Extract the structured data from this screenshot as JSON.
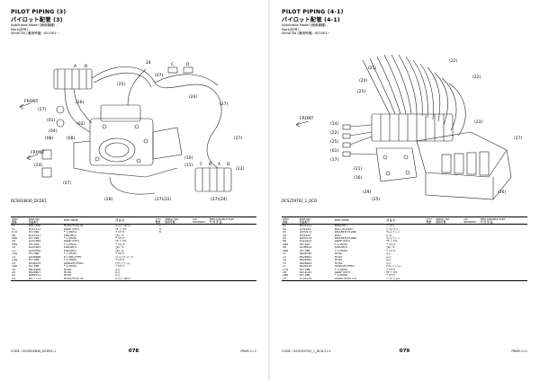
{
  "left": {
    "title": "PILOT PIPING (3)",
    "title_jp": "パイロット配管 (3)",
    "meta": [
      "Applicable Model (適用機種) -",
      "Mark(記号) -",
      "Serial No (適用号機) :001001~"
    ],
    "figure_id": "DCS924830_DCDE1",
    "callouts": [
      "24",
      "(07)",
      "(26)",
      "(01)",
      "(04)",
      "(08)",
      "(08)",
      "(27)",
      "(02)",
      "(25)",
      "(24)",
      "(27)",
      "(24)",
      "(07)",
      "(27)(24)",
      "(22)",
      "(10)",
      "(11)",
      "(27)(22)",
      "(28)",
      "(27)",
      "FRONT",
      "FRONT",
      "C",
      "D",
      "A",
      "B",
      "C",
      "B",
      "A",
      "D"
    ],
    "headers": {
      "item": "ITEM\n図番",
      "part_no": "PART NO.\n部品番号",
      "part_name": "PART NAME",
      "name_jp": "部 品 名",
      "qty": "Q'TY\n数量",
      "serial": "SERIAL NO.\n適用号機",
      "remarks": "ISS\nREMARKS",
      "replaceable": "REPLACEABLE PART\n代 替 部 品"
    },
    "rows": [
      [
        "01",
        "4447490",
        "HOSE;PLASTIC",
        "ﾎｰｽ;ﾌﾟﾗｽﾁｯｸ",
        "1",
        "",
        "",
        ""
      ],
      [
        "02",
        "4052122",
        "ADAPTER;S",
        "ｱﾀﾞﾌﾟﾀ;S",
        "4",
        "",
        "",
        ""
      ],
      [
        "07A",
        "957364",
        "• O-RING",
        "• Oﾘﾝｸﾞ",
        "6",
        "",
        "",
        ""
      ],
      [
        "08",
        "4052323",
        "ELBOW;S",
        "ｴﾙﾎﾞ;S",
        "",
        "",
        "",
        ""
      ],
      [
        "08A",
        "957364",
        "• O-RING",
        "• Oﾘﾝｸﾞ",
        "",
        "",
        "",
        ""
      ],
      [
        "09",
        "4252565",
        "ADAPTER;S",
        "ｱﾀﾞﾌﾟﾀ;S",
        "",
        "",
        "",
        ""
      ],
      [
        "09A",
        "957365",
        "• O-RING",
        "• Oﾘﾝｸﾞ",
        "",
        "",
        "",
        ""
      ],
      [
        "10",
        "4220581",
        "ELBOW;S",
        "ｴﾙﾎﾞ;S",
        "",
        "",
        "",
        ""
      ],
      [
        "11",
        "4250900",
        "ELBOW;S",
        "ｴﾙﾎﾞ;S",
        "",
        "",
        "",
        ""
      ],
      [
        "12A",
        "957366",
        "• O-RING",
        "• Oﾘﾝｸﾞ",
        "",
        "",
        "",
        ""
      ],
      [
        "13",
        "4208886",
        "FITTING;PIPE",
        "ﾌｨｯﾃｨﾝｸﾞ;ﾊﾟｲﾌﾟ",
        "",
        "",
        "",
        ""
      ],
      [
        "13A",
        "957366",
        "• O-RING",
        "• Oﾘﾝｸﾞ",
        "",
        "",
        "",
        ""
      ],
      [
        "15",
        "4436535",
        "SENSOR;PRES.",
        "ｾﾝｻｰ;ﾌﾟﾚｯｼｬ",
        "",
        "",
        "",
        ""
      ],
      [
        "16A",
        "957366",
        "• O-RING",
        "• Oﾘﾝｸﾞ",
        "",
        "",
        "",
        ""
      ],
      [
        "19",
        "4601696",
        "HOSE",
        "ﾎｰｽ",
        "",
        "",
        "",
        ""
      ],
      [
        "20",
        "4628607",
        "HOSE",
        "ﾎｰｽ",
        "",
        "",
        "",
        ""
      ],
      [
        "22",
        "4648912",
        "HOSE",
        "ﾎｰｽ",
        "",
        "",
        "",
        ""
      ],
      [
        "24",
        "4477711",
        "HOSE;PLASTIC",
        "ﾎｰｽ;ﾌﾟﾗｽﾁｯｸ",
        "",
        "",
        "",
        ""
      ]
    ],
    "footer_code": "CODE : DCS924830_DCDE1-1",
    "page_no": "078",
    "pb": "PBOR-1=1"
  },
  "right": {
    "title": "PILOT PIPING (4-1)",
    "title_jp": "パイロット配管 (4-1)",
    "meta": [
      "Applicable Model (適用機種) -",
      "Mark(記号) -",
      "Serial No (適用号機) :001001~"
    ],
    "figure_id": "DCS259702_1_DCD",
    "callouts": [
      "(25)",
      "(20)",
      "(25)",
      "(14)",
      "(22)",
      "(25)",
      "(01)",
      "(17)",
      "(21)",
      "(16)",
      "(22)",
      "(23)",
      "(27)",
      "(22)",
      "(29)",
      "(25)",
      "(26)",
      "FRONT"
    ],
    "headers": {
      "item": "ITEM\n図番",
      "part_no": "PART NO.\n部品番号",
      "part_name": "PART NAME",
      "name_jp": "部 品 名",
      "qty": "Q'TY\n数量",
      "serial": "SERIAL NO.\n適用号機",
      "remarks": "ISS\nREMARKS",
      "replaceable": "REPLACEABLE PART\n代 替 部 品"
    },
    "rows": [
      [
        "01",
        "8102521",
        "BRACKET",
        "ﾌﾞﾗｹｯﾄ",
        "",
        "",
        "",
        ""
      ],
      [
        "02",
        "J276165",
        "BOLT;SOCKET",
        "ﾎﾞﾙﾄ;ｿｹｯﾄ",
        "",
        "",
        "",
        ""
      ],
      [
        "03",
        "A590110",
        "WASHER;PLANE",
        "ﾜｯｼｬ;ﾌﾟﾚｰﾝ",
        "",
        "",
        "",
        ""
      ],
      [
        "04",
        "J091430",
        "BOLT",
        "ﾎﾞﾙﾄ",
        "",
        "",
        "",
        ""
      ],
      [
        "05",
        "A590114",
        "WASHER;PLANE",
        "ﾜｯｼｬ;ﾌﾟﾚｰﾝ",
        "",
        "",
        "",
        ""
      ],
      [
        "06",
        "4252422",
        "ADAPTER;S",
        "ｱﾀﾞﾌﾟﾀ;S",
        "",
        "",
        "",
        ""
      ],
      [
        "06A",
        "957365",
        "• O-RING",
        "• Oﾘﾝｸﾞ",
        "",
        "",
        "",
        ""
      ],
      [
        "08",
        "4208613",
        "ELBOW;S",
        "ｴﾙﾎﾞ;S",
        "",
        "",
        "",
        ""
      ],
      [
        "08A",
        "957366",
        "• O-RING",
        "• Oﾘﾝｸﾞ",
        "",
        "",
        "",
        ""
      ],
      [
        "11",
        "4628938",
        "HOSE",
        "ﾎｰｽ",
        "",
        "",
        "",
        ""
      ],
      [
        "13",
        "4628641",
        "HOSE",
        "ﾎｰｽ",
        "",
        "",
        "",
        ""
      ],
      [
        "14",
        "4628942",
        "HOSE",
        "ﾎｰｽ",
        "",
        "",
        "",
        ""
      ],
      [
        "15",
        "4628643",
        "HOSE",
        "ﾎｰｽ",
        "",
        "",
        "",
        ""
      ],
      [
        "27",
        "4436535",
        "SENSOR;PRES.",
        "ｾﾝｻｰ;ﾌﾟﾚｯｼｬ",
        "",
        "",
        "",
        ""
      ],
      [
        "27A",
        "957366",
        "• O-RING",
        "• Oﾘﾝｸﾞ",
        "",
        "",
        "",
        ""
      ],
      [
        "28",
        "4252020",
        "ADAPTER;S",
        "ｱﾀﾞﾌﾟﾀ;S",
        "",
        "",
        "",
        ""
      ],
      [
        "28A",
        "957366",
        "• O-RING",
        "• Oﾘﾝｸﾞ",
        "",
        "",
        "",
        ""
      ],
      [
        "29",
        "4718224",
        "VALVE;SHUTTLE",
        "ﾊﾞﾙﾌﾞ;ｼｬﾄﾙ",
        "",
        "",
        "",
        ""
      ]
    ],
    "footer_code": "CODE : DCS259702_1_DCD-1=1",
    "page_no": "079",
    "pb": "PBOR-1=1"
  },
  "icons": {
    "left_diagram": "hydraulic-pump-assembly-drawing",
    "right_diagram": "control-valve-assembly-drawing",
    "front_arrow": "front-arrow-icon"
  },
  "colors": {
    "ink": "#000000",
    "line": "#222222",
    "page": "#ffffff"
  }
}
